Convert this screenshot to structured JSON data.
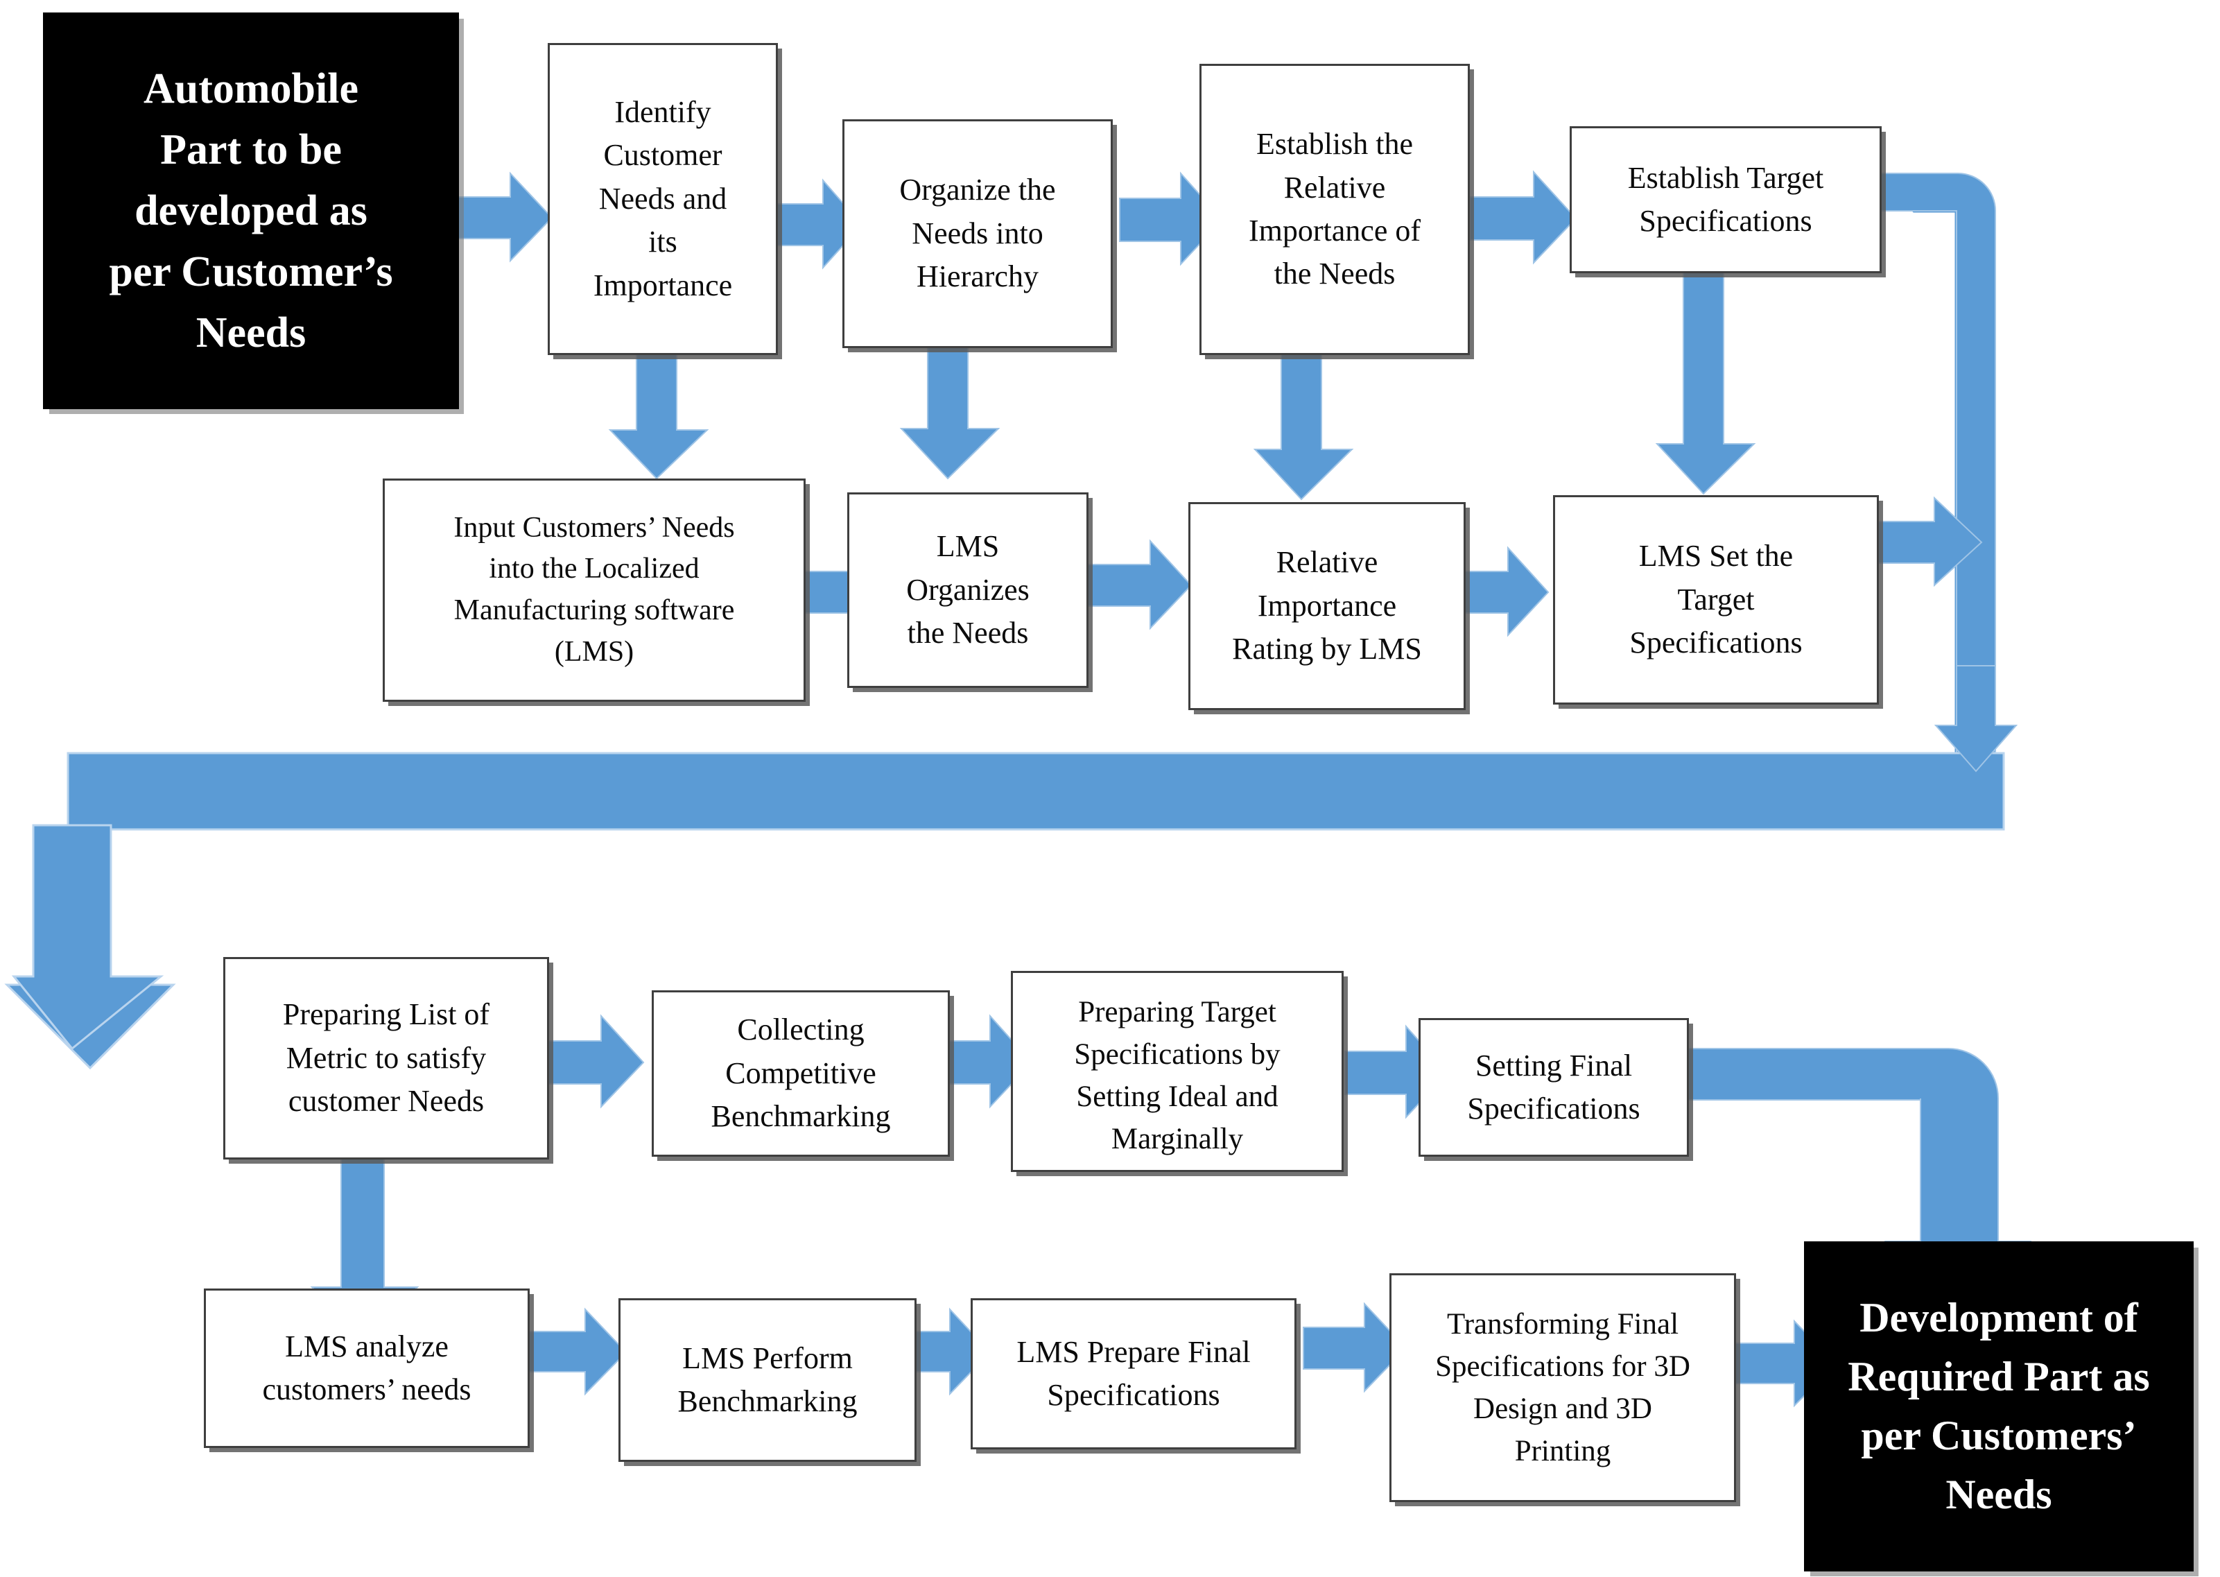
{
  "diagram": {
    "title": "Automobile Part Development Flow with Localized Manufacturing Software (LMS)",
    "accent_color": "#5B9BD5",
    "terminal_fill": "#000000",
    "terminal_text_color": "#FFFFFF",
    "box_border_color": "#3F3F3F",
    "box_fill": "#FFFFFF"
  },
  "nodes": {
    "start": "Automobile\nPart to be\ndeveloped as\nper Customer’s\nNeeds",
    "r1c1": "Identify\nCustomer\nNeeds and\nits\nImportance",
    "r1c2": "Organize  the\nNeeds into\nHierarchy",
    "r1c3": "Establish the\nRelative\nImportance of\nthe Needs",
    "r1c4": "Establish Target\nSpecifications",
    "r2c1": "Input Customers’  Needs\ninto the  Localized\nManufacturing software\n(LMS)",
    "r2c2": "LMS\nOrganizes\nthe Needs",
    "r2c3": "Relative\nImportance\nRating by LMS",
    "r2c4": "LMS Set the\nTarget\nSpecifications",
    "r3c1": "Preparing List of\nMetric to satisfy\ncustomer Needs",
    "r3c2": "Collecting\nCompetitive\nBenchmarking",
    "r3c3": "Preparing Target\nSpecifications by\nSetting Ideal and\nMarginally",
    "r3c4": "Setting  Final\nSpecifications",
    "r4c1": "LMS analyze\ncustomers’ needs",
    "r4c2": "LMS Perform\nBenchmarking",
    "r4c3": "LMS Prepare Final\nSpecifications",
    "r4c4": "Transforming Final\nSpecifications for 3D\nDesign and 3D\nPrinting",
    "end": "Development of\nRequired Part as\nper Customers’\nNeeds"
  },
  "connectors": [
    {
      "id": "start-to-r1c1",
      "type": "arrow-right",
      "from": "start",
      "to": "r1c1"
    },
    {
      "id": "r1c1-to-r1c2",
      "type": "arrow-right",
      "from": "r1c1",
      "to": "r1c2"
    },
    {
      "id": "r1c2-to-r1c3",
      "type": "arrow-right",
      "from": "r1c2",
      "to": "r1c3"
    },
    {
      "id": "r1c3-to-r1c4",
      "type": "arrow-right",
      "from": "r1c3",
      "to": "r1c4"
    },
    {
      "id": "r1c1-to-r2c1",
      "type": "arrow-down",
      "from": "r1c1",
      "to": "r2c1"
    },
    {
      "id": "r1c2-to-r2c2",
      "type": "arrow-down",
      "from": "r1c2",
      "to": "r2c2"
    },
    {
      "id": "r1c3-to-r2c3",
      "type": "arrow-down",
      "from": "r1c3",
      "to": "r2c3"
    },
    {
      "id": "r1c4-to-r2c4",
      "type": "arrow-down",
      "from": "r1c4",
      "to": "r2c4"
    },
    {
      "id": "r2c1-to-r2c2",
      "type": "arrow-right",
      "from": "r2c1",
      "to": "r2c2"
    },
    {
      "id": "r2c2-to-r2c3",
      "type": "arrow-right",
      "from": "r2c2",
      "to": "r2c3"
    },
    {
      "id": "r2c3-to-r2c4",
      "type": "arrow-right",
      "from": "r2c3",
      "to": "r2c4"
    },
    {
      "id": "r2c4-to-trunk",
      "type": "arrow-right",
      "from": "r2c4",
      "to": "right-trunk"
    },
    {
      "id": "r1c4-right-elbow",
      "type": "elbow-down",
      "from": "r1c4",
      "to": "row2-trunk"
    },
    {
      "id": "wrap-to-row3",
      "type": "elbow-wrap",
      "from": "right-trunk",
      "to": "r3c1"
    },
    {
      "id": "r3c1-to-r3c2",
      "type": "arrow-right",
      "from": "r3c1",
      "to": "r3c2"
    },
    {
      "id": "r3c2-to-r3c3",
      "type": "arrow-right",
      "from": "r3c2",
      "to": "r3c3"
    },
    {
      "id": "r3c3-to-r3c4",
      "type": "arrow-right",
      "from": "r3c3",
      "to": "r3c4"
    },
    {
      "id": "r3c1-to-r4c1",
      "type": "arrow-down",
      "from": "r3c1",
      "to": "r4c1"
    },
    {
      "id": "r3c4-to-end",
      "type": "elbow-right-down",
      "from": "r3c4",
      "to": "end"
    },
    {
      "id": "r4c1-to-r4c2",
      "type": "arrow-right",
      "from": "r4c1",
      "to": "r4c2"
    },
    {
      "id": "r4c2-to-r4c3",
      "type": "arrow-right",
      "from": "r4c2",
      "to": "r4c3"
    },
    {
      "id": "r4c3-to-r4c4",
      "type": "arrow-right",
      "from": "r4c3",
      "to": "r4c4"
    },
    {
      "id": "r4c4-to-end",
      "type": "arrow-right",
      "from": "r4c4",
      "to": "end"
    }
  ]
}
